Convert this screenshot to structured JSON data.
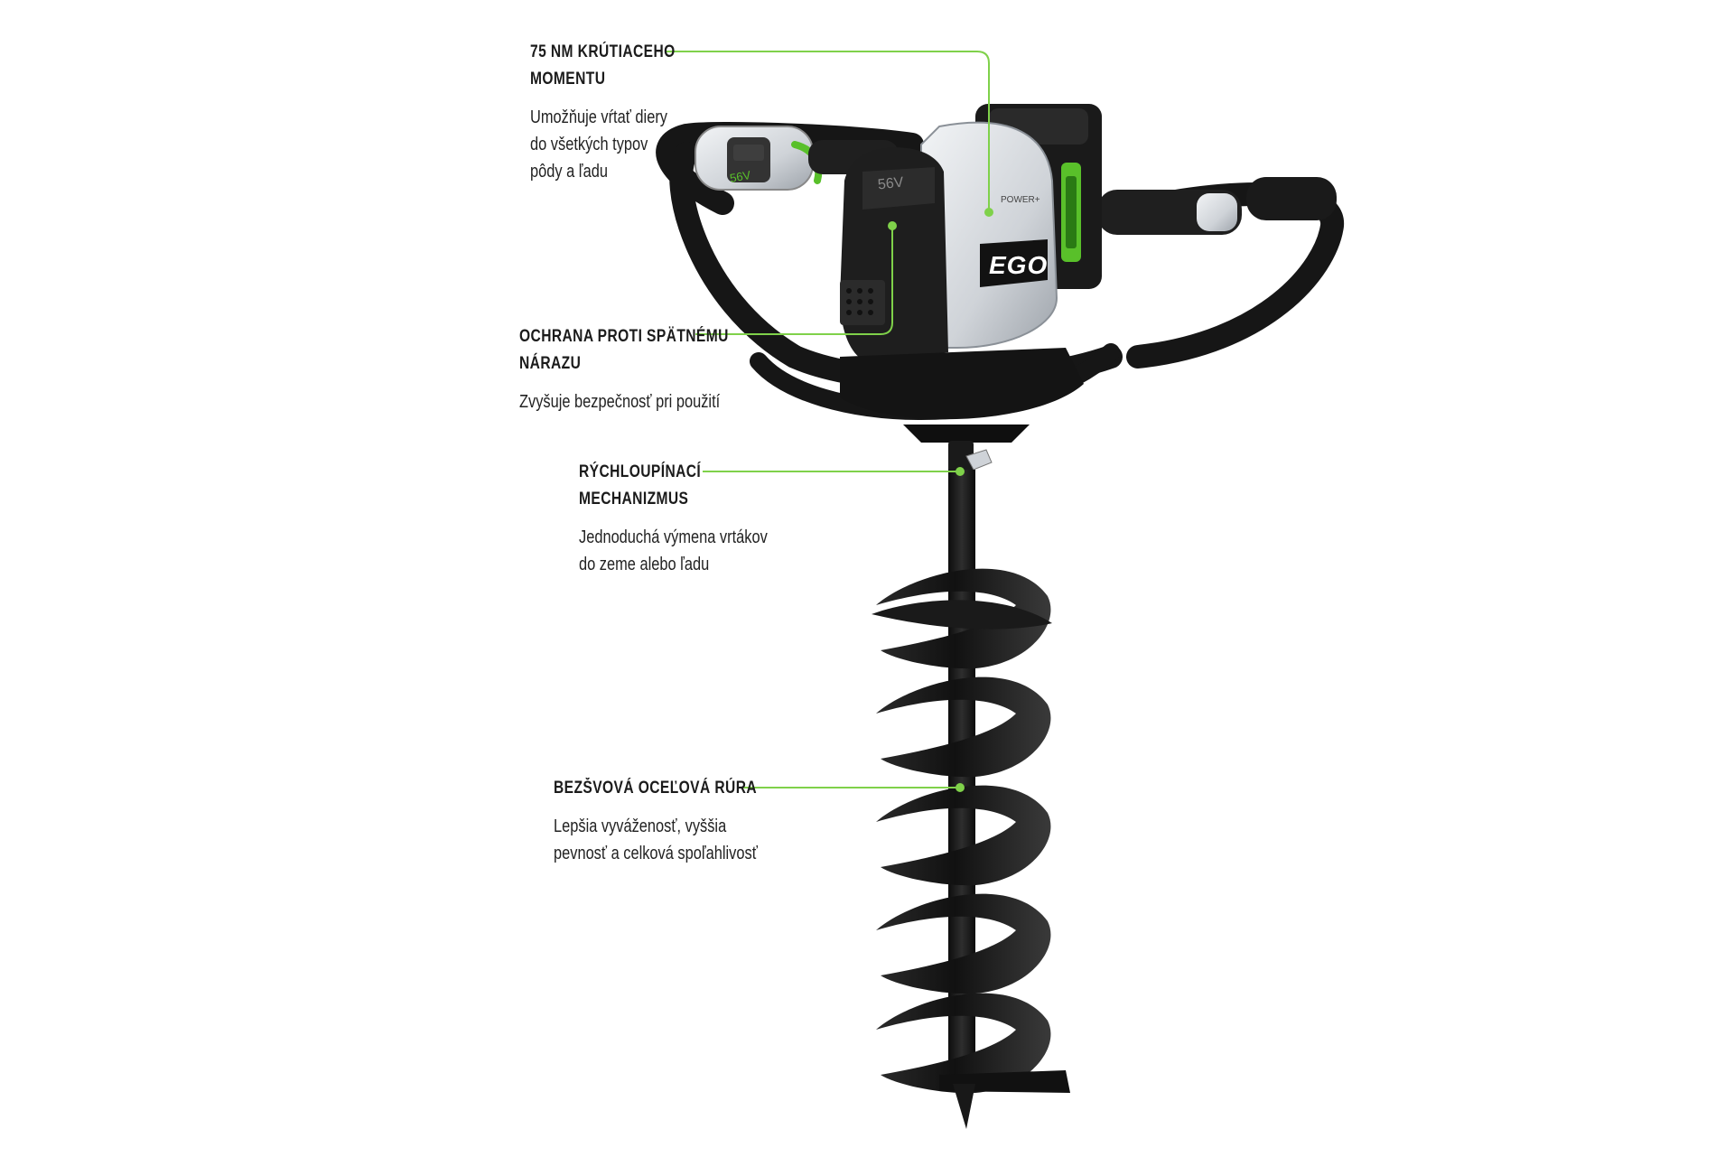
{
  "colors": {
    "callout_line": "#7fd14a",
    "accent_green": "#59c02a",
    "machine_black": "#1c1c1c",
    "housing_silver": "#cfd3d8"
  },
  "product": {
    "brand_mark": "EGO",
    "voltage_label": "56V",
    "power_label": "POWER+"
  },
  "features": [
    {
      "title": "75 NM KRÚTIACEHO\nMOMENTU",
      "description": "Umožňuje vŕtať diery\ndo všetkých typov\npôdy a ľadu"
    },
    {
      "title": "OCHRANA PROTI SPÄTNÉMU\nNÁRAZU",
      "description": "Zvyšuje bezpečnosť pri použití"
    },
    {
      "title": "RÝCHLOUPÍNACÍ\nMECHANIZMUS",
      "description": "Jednoduchá výmena vrtákov\ndo zeme alebo ľadu"
    },
    {
      "title": "BEZŠVOVÁ OCEĽOVÁ RÚRA",
      "description": "Lepšia vyváženosť, vyššia\npevnosť a celková spoľahlivosť"
    }
  ]
}
